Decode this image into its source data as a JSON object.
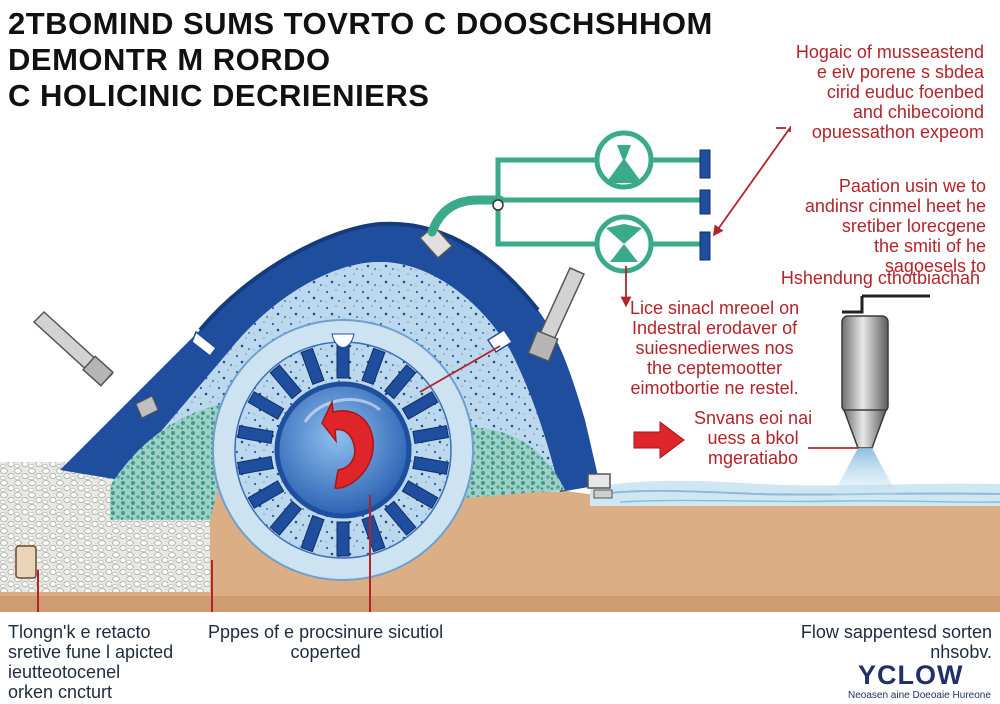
{
  "title": {
    "line1": "2TBOMIND SUMS TOVRTO C DOOSCHSHHOM",
    "line2": "DEMONTR M RORDO",
    "line3": "C HOLICINIC DECRIENIERS"
  },
  "annotations": {
    "top_right": [
      "Hogaic of musseastend",
      "e eiv porene s sbdea",
      "cirid euduc foenbed",
      "and chibecoiond",
      "opuessathon expeom"
    ],
    "mid_right": [
      "Paation usin we to",
      "andinsr cinmel heet he",
      "sretiber lorecgene",
      "the smiti of he",
      "sagoesels to"
    ],
    "hshering": "Hshendung cthotbiachah",
    "center_mid": [
      "Lice sinacl mreoel on",
      "Indestral erodaver of",
      "suiesnedierwes nos",
      "the ceptemootter",
      "eimotbortie ne restel."
    ],
    "center_low": [
      "Snvans eoi nai",
      "uess a bkol",
      "mgeratiabo"
    ],
    "bottom_left": [
      "Tlongn'k e retacto",
      "sretive fune l apicted",
      "ieutteotocenel",
      "orken cncturt"
    ],
    "bottom_mid": [
      "Pppes of e procsinure sicutiol",
      "coperted"
    ],
    "bottom_right": [
      "Flow sappentesd sorten",
      "nhsobv."
    ]
  },
  "logo": {
    "name": "YCLOW",
    "tagline": "Neoasen aine Doeoaie Hureone"
  },
  "colors": {
    "housing_blue": "#1f4e9e",
    "slurry_blue": "#b8d6ea",
    "pipe_green": "#3aaa8a",
    "annotation_red": "#b3242a",
    "arrow_red": "#e0252a",
    "soil_tan": "#dcae85",
    "water_blue": "#cfe6f3"
  }
}
